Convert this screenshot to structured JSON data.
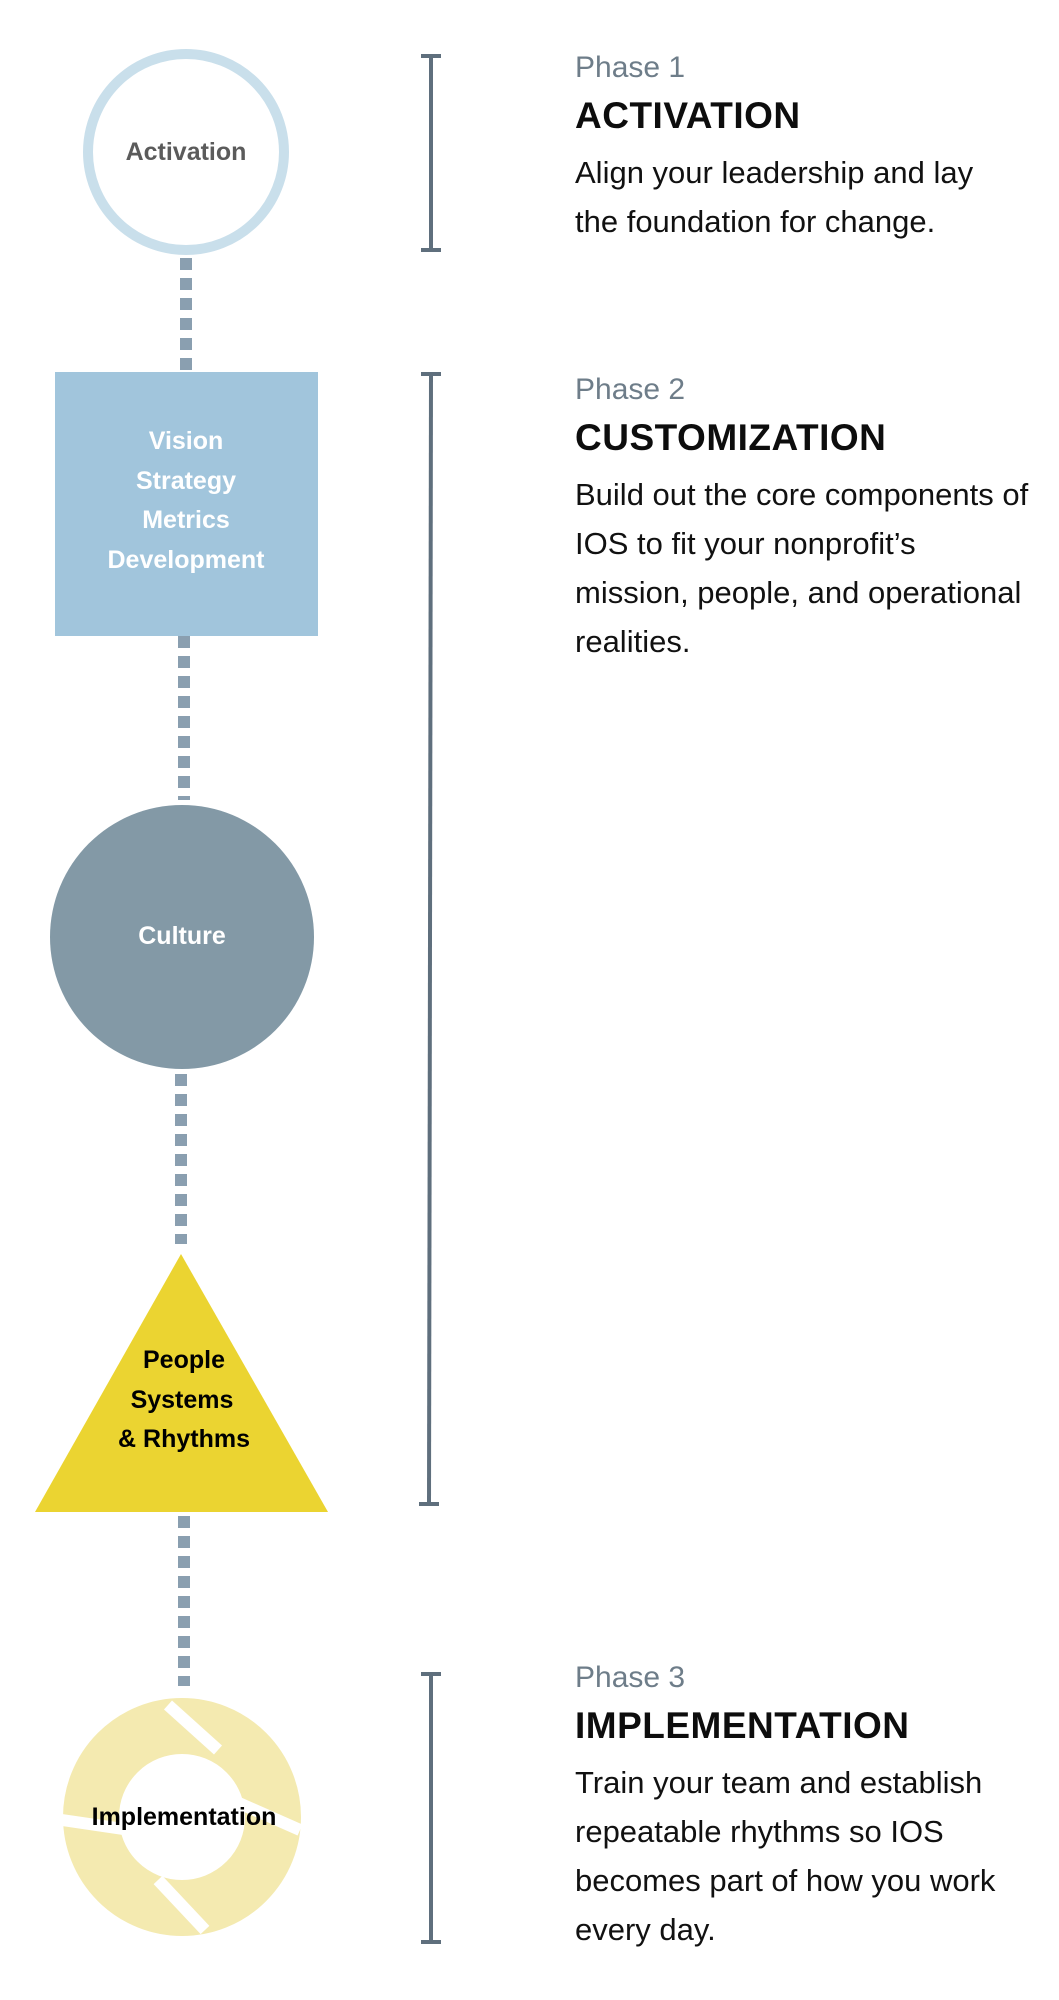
{
  "nodes": {
    "activation": {
      "label": "Activation"
    },
    "vsmd": {
      "lines": [
        "Vision",
        "Strategy",
        "Metrics",
        "Development"
      ]
    },
    "culture": {
      "label": "Culture"
    },
    "psr": {
      "lines": [
        "People",
        "Systems",
        "& Rhythms"
      ]
    },
    "implementation": {
      "label": "Implementation"
    }
  },
  "phases": [
    {
      "label": "Phase 1",
      "title": "ACTIVATION",
      "description": "Align your leadership and lay the foundation for change."
    },
    {
      "label": "Phase 2",
      "title": "CUSTOMIZATION",
      "description": "Build out the core components of IOS to fit your nonprofit’s mission, people, and operational realities."
    },
    {
      "label": "Phase 3",
      "title": "IMPLEMENTATION",
      "description": "Train your team and establish repeatable rhythms so IOS becomes part of how you work every day."
    }
  ],
  "colors": {
    "activation_ring": "#c9dfeb",
    "vsmd_fill": "#a1c5dc",
    "culture_fill": "#8399a6",
    "psr_fill": "#ebd431",
    "implementation_fill": "#f4eab0",
    "connector": "#8a9fb0",
    "bracket": "#5f6f7d",
    "node_text_dark": "#5b5b5b",
    "node_text_light": "#ffffff",
    "node_text_black": "#000000"
  }
}
